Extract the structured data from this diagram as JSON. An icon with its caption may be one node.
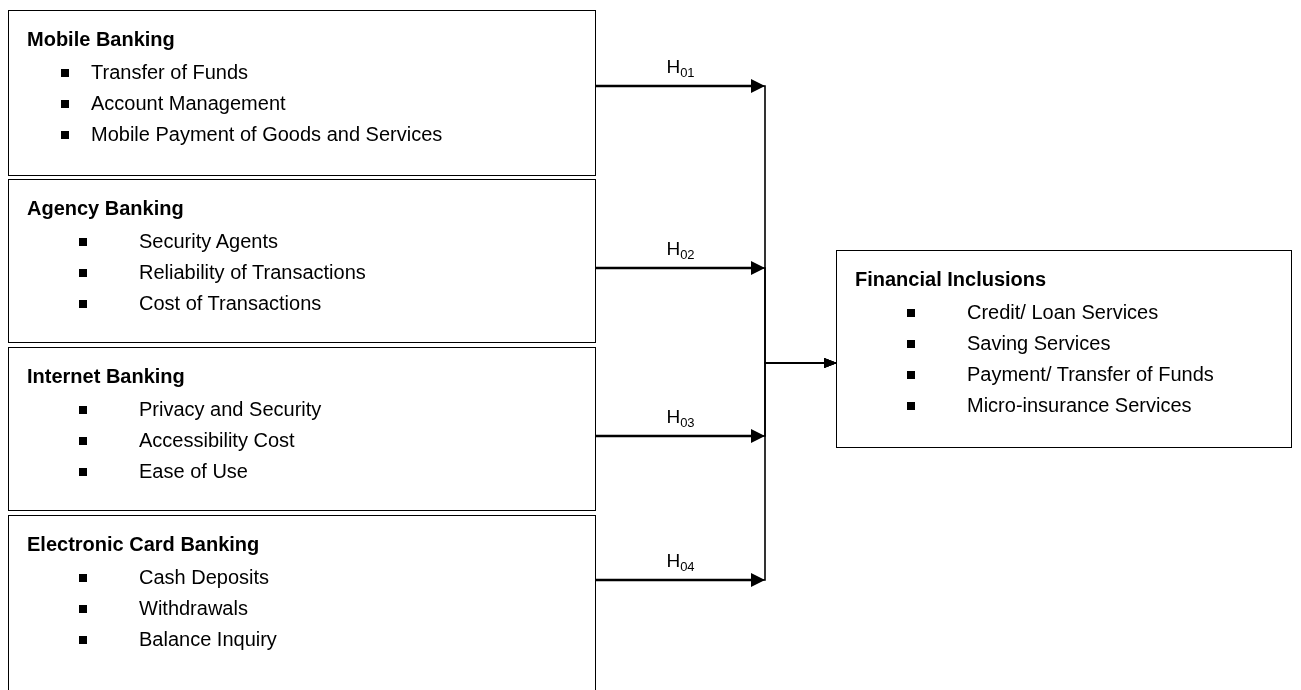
{
  "diagram": {
    "nodes": [
      {
        "text": [
          "Mobile Banking",
          "Transfer of Funds",
          "Account Management",
          "Mobile Payment of Goods and Services"
        ]
      },
      {
        "text": [
          "Agency Banking",
          "Security Agents",
          "Reliability of Transactions",
          "Cost of Transactions"
        ]
      },
      {
        "text": [
          "Internet Banking",
          "Privacy and Security",
          "Accessibility Cost",
          "Ease of Use"
        ]
      },
      {
        "text": [
          "Electronic Card Banking",
          "Cash Deposits",
          "Withdrawals",
          "Balance Inquiry"
        ]
      },
      {
        "text": [
          "Financial Inclusions",
          "Credit/ Loan Services",
          "Saving Services",
          "Payment/ Transfer of Funds",
          "Micro-insurance Services"
        ]
      }
    ],
    "edges": [
      {
        "from": 0,
        "to": 4,
        "arrow": "to",
        "label": "H$_{01}$"
      },
      {
        "from": 1,
        "to": 4,
        "arrow": "to",
        "label": "H$_{02}$"
      },
      {
        "from": 2,
        "to": 4,
        "arrow": "to",
        "label": "H$_{03}$"
      },
      {
        "from": 3,
        "to": 4,
        "arrow": "to",
        "label": "H$_{04}$"
      }
    ]
  }
}
